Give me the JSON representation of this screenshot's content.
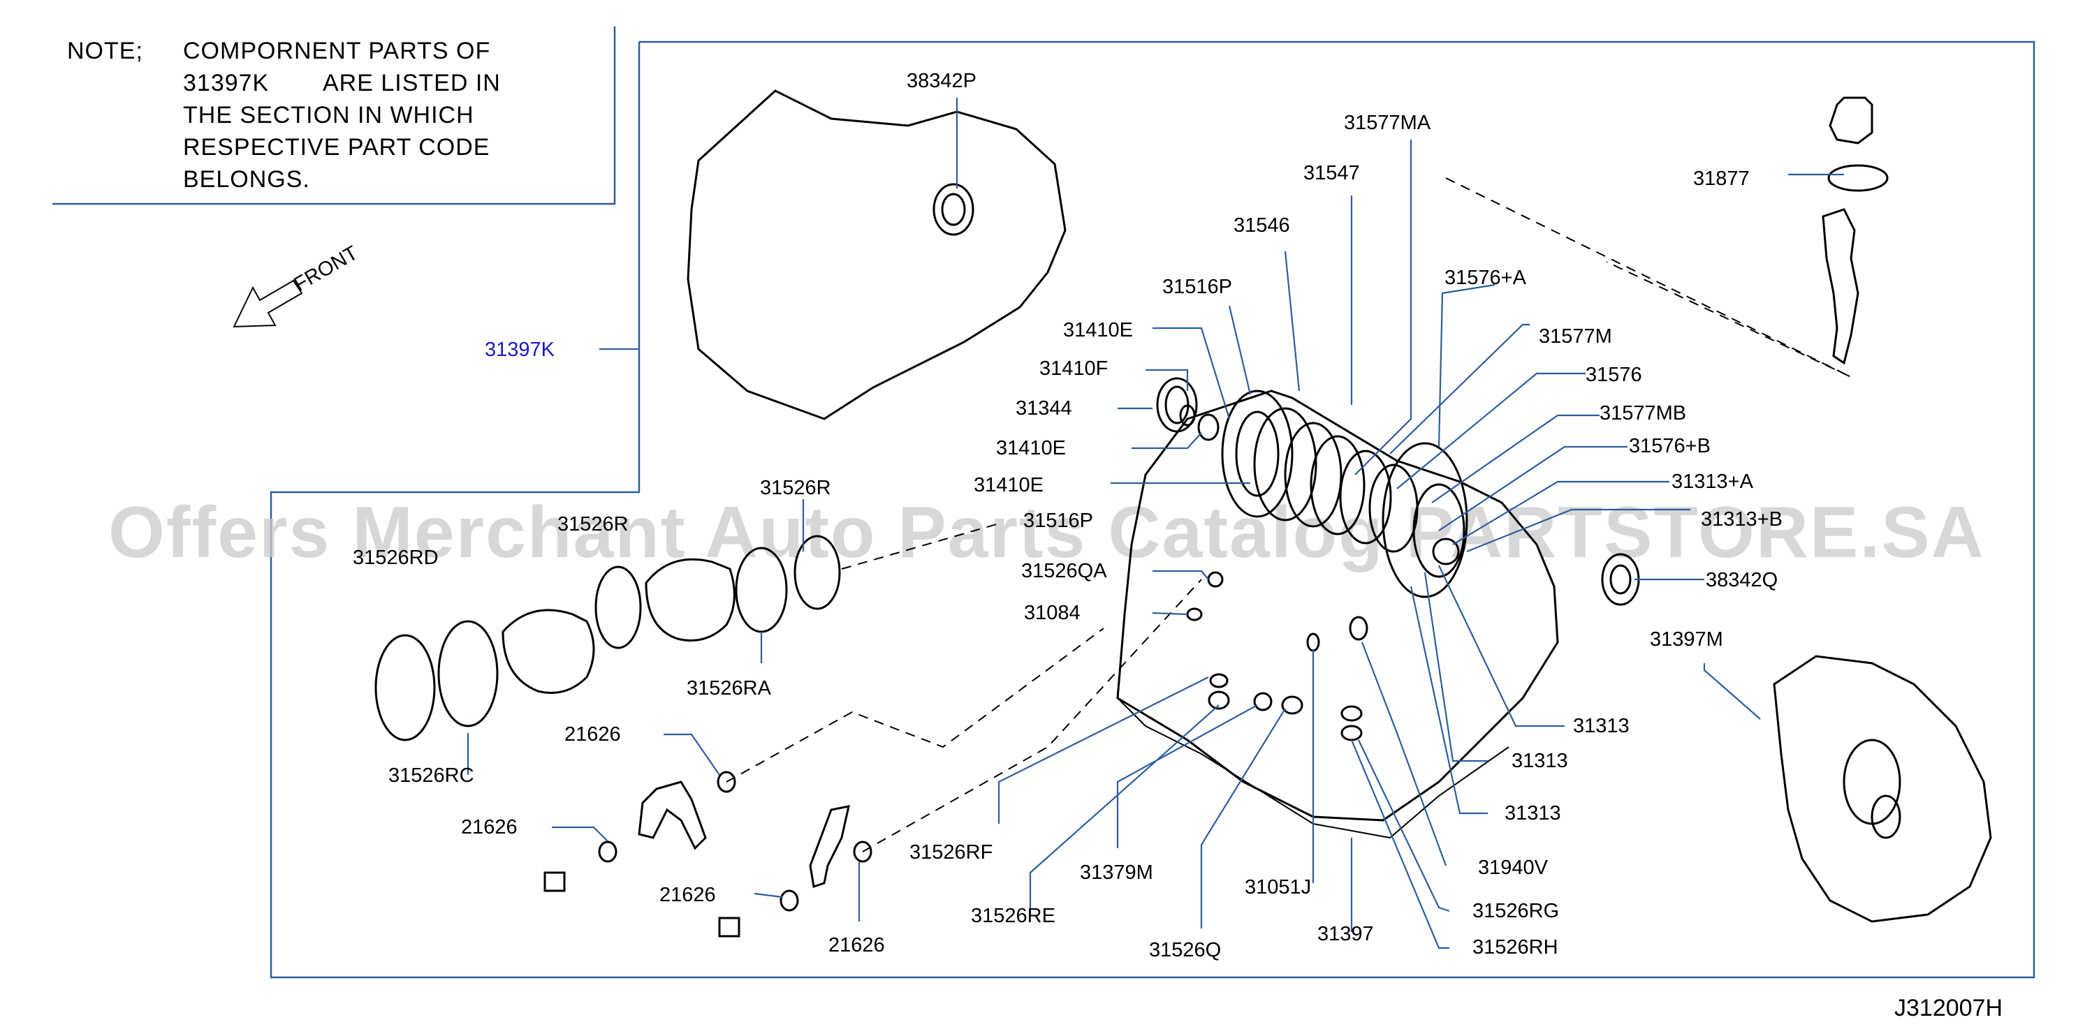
{
  "note": {
    "prefix": "NOTE;",
    "line1": "COMPORNENT PARTS OF",
    "line2_code": "31397K",
    "line2_rest": "ARE LISTED IN",
    "line3": "THE SECTION IN WHICH",
    "line4": "RESPECTIVE PART CODE",
    "line5": "BELONGS."
  },
  "front_label": "FRONT",
  "diagram_code": "J312007H",
  "watermark": "Offers Merchant Auto Parts Catalog PARTSTORE.SA",
  "colors": {
    "frame": "#2a5e9e",
    "link": "#1a1acc",
    "watermark": "#c9c9c9"
  },
  "parts": [
    {
      "id": "38342P",
      "label": "38342P"
    },
    {
      "id": "31577MA",
      "label": "31577MA"
    },
    {
      "id": "31547",
      "label": "31547"
    },
    {
      "id": "31546",
      "label": "31546"
    },
    {
      "id": "31877",
      "label": "31877"
    },
    {
      "id": "31516P",
      "label": "31516P"
    },
    {
      "id": "31576A",
      "label": "31576+A"
    },
    {
      "id": "31410E_1",
      "label": "31410E"
    },
    {
      "id": "31577M",
      "label": "31577M"
    },
    {
      "id": "31397K",
      "label": "31397K"
    },
    {
      "id": "31410F",
      "label": "31410F"
    },
    {
      "id": "31576",
      "label": "31576"
    },
    {
      "id": "31344",
      "label": "31344"
    },
    {
      "id": "31577MB",
      "label": "31577MB"
    },
    {
      "id": "31410E_2",
      "label": "31410E"
    },
    {
      "id": "31576B",
      "label": "31576+B"
    },
    {
      "id": "31410E_3",
      "label": "31410E"
    },
    {
      "id": "31313A",
      "label": "31313+A"
    },
    {
      "id": "31526R",
      "label": "31526R"
    },
    {
      "id": "31526R_2",
      "label": "31526R"
    },
    {
      "id": "31526RD",
      "label": "31526RD"
    },
    {
      "id": "31516P_2",
      "label": "31516P"
    },
    {
      "id": "31313B",
      "label": "31313+B"
    },
    {
      "id": "31526QA",
      "label": "31526QA"
    },
    {
      "id": "38342Q",
      "label": "38342Q"
    },
    {
      "id": "31084",
      "label": "31084"
    },
    {
      "id": "31397M",
      "label": "31397M"
    },
    {
      "id": "31526RA",
      "label": "31526RA"
    },
    {
      "id": "31313_1",
      "label": "31313"
    },
    {
      "id": "21626_1",
      "label": "21626"
    },
    {
      "id": "31313_2",
      "label": "31313"
    },
    {
      "id": "31526RC",
      "label": "31526RC"
    },
    {
      "id": "31313_3",
      "label": "31313"
    },
    {
      "id": "21626_2",
      "label": "21626"
    },
    {
      "id": "31526RF",
      "label": "31526RF"
    },
    {
      "id": "31940V",
      "label": "31940V"
    },
    {
      "id": "31379M",
      "label": "31379M"
    },
    {
      "id": "31051J",
      "label": "31051J"
    },
    {
      "id": "21626_3",
      "label": "21626"
    },
    {
      "id": "31526RG",
      "label": "31526RG"
    },
    {
      "id": "31526RE",
      "label": "31526RE"
    },
    {
      "id": "31397",
      "label": "31397"
    },
    {
      "id": "21626_4",
      "label": "21626"
    },
    {
      "id": "31526RH",
      "label": "31526RH"
    },
    {
      "id": "31526Q",
      "label": "31526Q"
    }
  ]
}
